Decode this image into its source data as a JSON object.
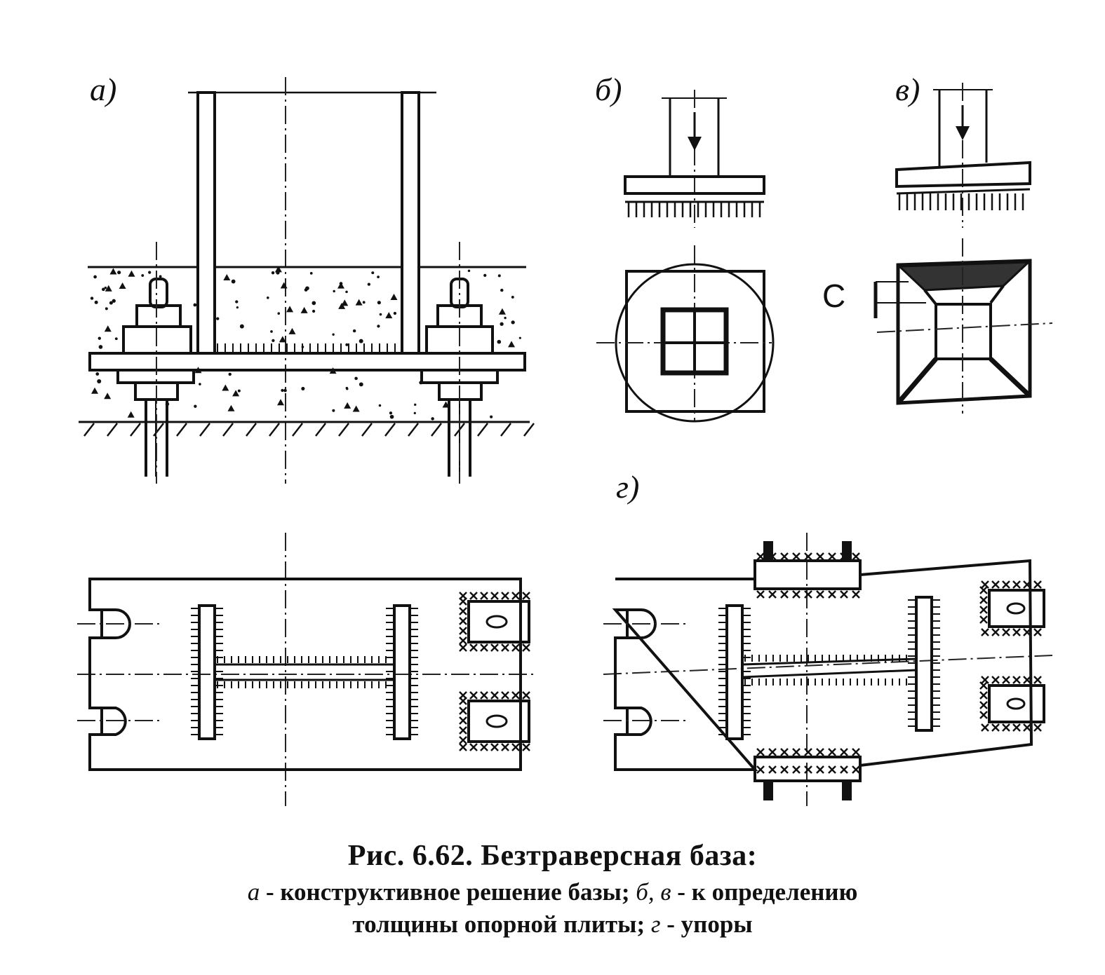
{
  "panels": {
    "a": "а)",
    "b": "б)",
    "v": "в)",
    "g": "г)"
  },
  "dimension_label": "С",
  "caption": {
    "title": "Рис. 6.62. Безтраверсная база:",
    "line1_a": "а",
    "line1_a_text": " - конструктивное решение базы; ",
    "line1_bv": "б, в",
    "line1_bv_text": " - к определению",
    "line2_text": "толщины опорной плиты; ",
    "line2_g": "г",
    "line2_g_text": " - упоры"
  }
}
